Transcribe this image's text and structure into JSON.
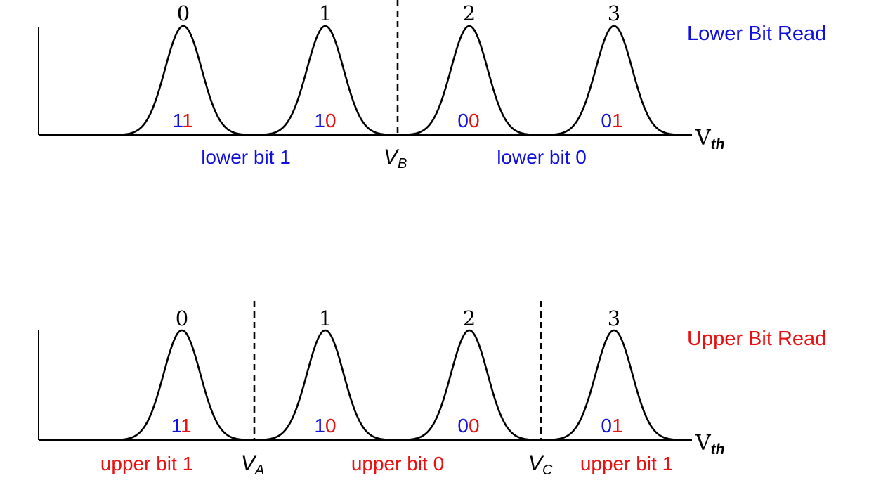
{
  "colors": {
    "lower": "#1010e0",
    "upper": "#e81010",
    "ink": "#000000"
  },
  "states": [
    {
      "label": "0",
      "lower_bit": "1",
      "upper_bit": "1"
    },
    {
      "label": "1",
      "lower_bit": "1",
      "upper_bit": "0"
    },
    {
      "label": "2",
      "lower_bit": "0",
      "upper_bit": "0"
    },
    {
      "label": "3",
      "lower_bit": "0",
      "upper_bit": "1"
    }
  ],
  "axis_label": {
    "main": "V",
    "sub": "th"
  },
  "lower_panel": {
    "title": "Lower Bit Read",
    "thresholds": [
      {
        "main": "V",
        "sub": "B"
      }
    ],
    "regions": [
      "lower bit 1",
      "lower bit 0"
    ]
  },
  "upper_panel": {
    "title": "Upper Bit Read",
    "thresholds": [
      {
        "main": "V",
        "sub": "A"
      },
      {
        "main": "V",
        "sub": "C"
      }
    ],
    "regions": [
      "upper bit 1",
      "upper bit 0",
      "upper bit 1"
    ]
  }
}
